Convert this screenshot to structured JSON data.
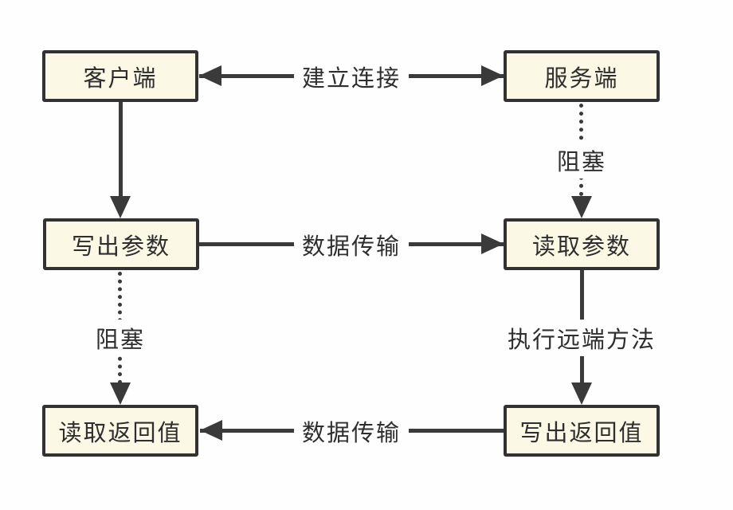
{
  "colors": {
    "background": "#fefefe",
    "box_fill": "#fbf9e6",
    "box_border": "#323232",
    "line": "#3a3a3a",
    "text": "#2e2e2e"
  },
  "diagram": {
    "nodes": {
      "client": {
        "label": "客户端"
      },
      "server": {
        "label": "服务端"
      },
      "write_params": {
        "label": "写出参数"
      },
      "read_params": {
        "label": "读取参数"
      },
      "read_return_value": {
        "label": "读取返回值"
      },
      "write_return_value": {
        "label": "写出返回值"
      }
    },
    "edges": {
      "establish_connection": {
        "label": "建立连接",
        "from": "客户端",
        "to": "服务端",
        "style": "solid-double-arrow"
      },
      "server_block": {
        "label": "阻塞",
        "from": "服务端",
        "to": "读取参数",
        "style": "dotted-arrow"
      },
      "params_transfer": {
        "label": "数据传输",
        "from": "写出参数",
        "to": "读取参数",
        "style": "solid-arrow"
      },
      "client_block": {
        "label": "阻塞",
        "from": "写出参数",
        "to": "读取返回值",
        "style": "dotted-arrow"
      },
      "execute_remote_method": {
        "label": "执行远端方法",
        "from": "读取参数",
        "to": "写出返回值",
        "style": "solid-arrow"
      },
      "return_transfer": {
        "label": "数据传输",
        "from": "写出返回值",
        "to": "读取返回值",
        "style": "solid-arrow"
      },
      "client_to_write_params": {
        "from": "客户端",
        "to": "写出参数",
        "style": "solid-arrow"
      }
    }
  }
}
